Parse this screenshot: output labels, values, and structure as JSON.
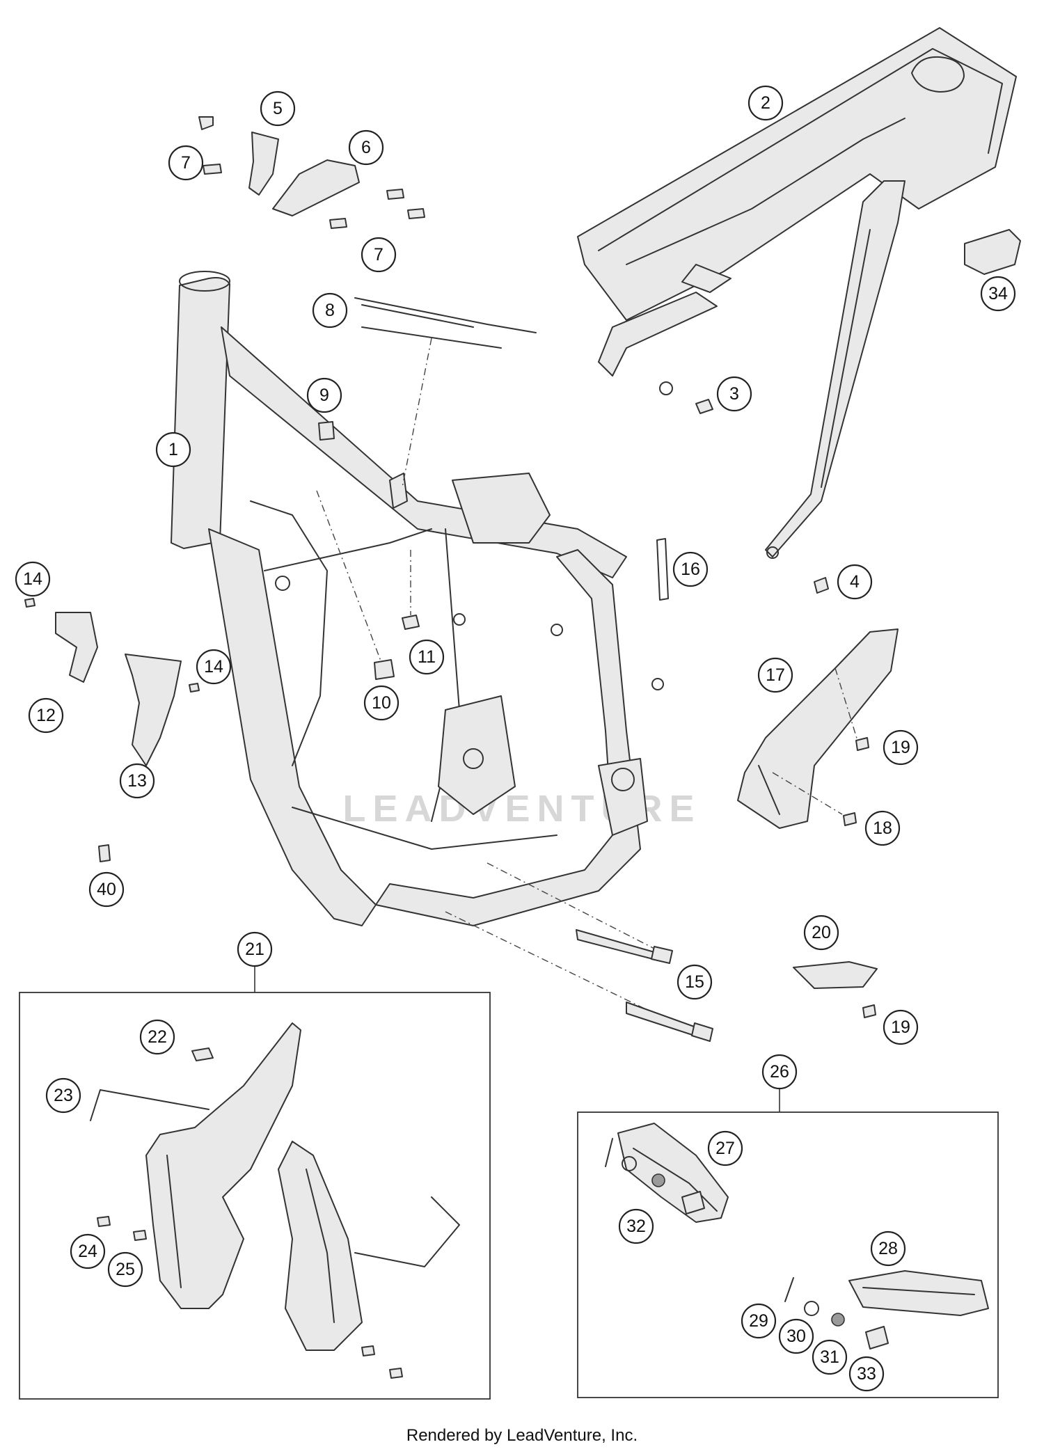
{
  "footer": "Rendered by LeadVenture, Inc.",
  "watermark": "LEADVENTURE",
  "callouts": {
    "c1": "1",
    "c2": "2",
    "c3": "3",
    "c4": "4",
    "c5": "5",
    "c6": "6",
    "c7a": "7",
    "c7b": "7",
    "c8": "8",
    "c9": "9",
    "c10": "10",
    "c11": "11",
    "c12": "12",
    "c13": "13",
    "c14a": "14",
    "c14b": "14",
    "c15": "15",
    "c16": "16",
    "c17": "17",
    "c18": "18",
    "c19a": "19",
    "c19b": "19",
    "c20": "20",
    "c21": "21",
    "c22": "22",
    "c23": "23",
    "c24": "24",
    "c25": "25",
    "c26": "26",
    "c27": "27",
    "c28": "28",
    "c29": "29",
    "c30": "30",
    "c31": "31",
    "c32": "32",
    "c33": "33",
    "c34": "34",
    "c40": "40"
  }
}
